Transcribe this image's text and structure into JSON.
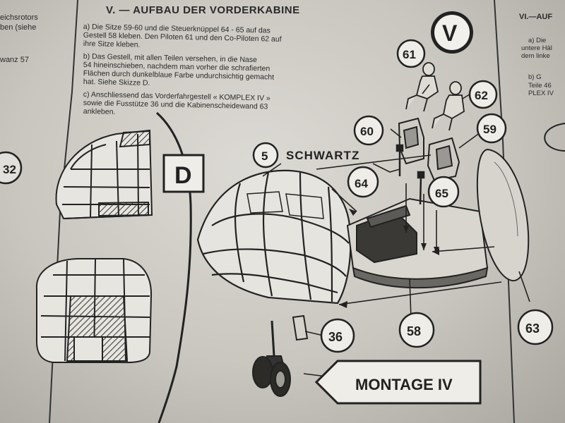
{
  "left_column": {
    "lines": [
      "eichsrotors",
      "ben (siehe",
      "wanz 57"
    ],
    "number": "32"
  },
  "section_v": {
    "heading": "V. — AUFBAU DER VORDERKABINE",
    "para_a": [
      "a) Die Sitze 59-60 und die Steuerknüppel 64 - 65 auf das",
      "Gestell 58 kleben.   Den Piloten 61 und den Co-Piloten 62 auf",
      "ihre Sitze kleben."
    ],
    "para_b": [
      "b) Das Gestell, mit allen Teilen versehen, in die Nase",
      "54 hineinschieben, nachdem man vorher die schrafierten",
      "Flächen durch dunkelblaue Farbe undurchsichtig gemacht",
      "hat. Siehe Skizze D."
    ],
    "para_c": [
      "c) Anschliessend das Vorderfahrgestell « KOMPLEX IV »",
      "sowie die Fusstütze 36 und die Kabinenscheidewand 63",
      "ankleben."
    ]
  },
  "section_badge": "V",
  "sketch_label": "D",
  "callouts": {
    "p61": "61",
    "p62": "62",
    "p60": "60",
    "p59": "59",
    "p5": "5",
    "p64": "64",
    "p65": "65",
    "p36": "36",
    "p58": "58",
    "p63": "63"
  },
  "schwartz_label": "SCHWARTZ",
  "montage_label": "MONTAGE IV",
  "right_column": {
    "heading": "VI.—AUF",
    "lines": [
      "a) Die",
      "untere Häl",
      "dem linke",
      "b) G",
      "Teile 46",
      "PLEX IV"
    ]
  }
}
